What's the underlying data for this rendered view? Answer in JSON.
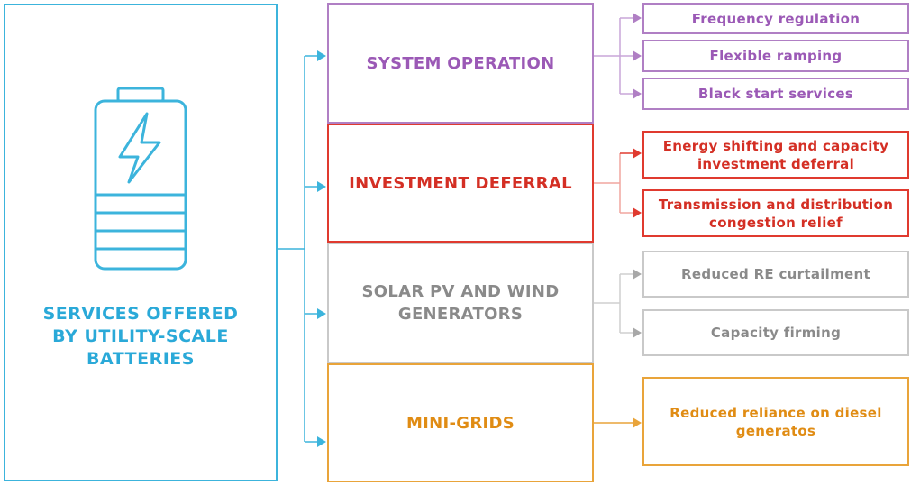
{
  "main": {
    "title_lines": [
      "SERVICES OFFERED",
      "BY UTILITY-SCALE",
      "BATTERIES"
    ],
    "icon": "battery-charging-icon"
  },
  "categories": [
    {
      "label_lines": [
        "SYSTEM OPERATION"
      ],
      "color": "#9b59b6",
      "services": [
        {
          "lines": [
            "Frequency regulation"
          ]
        },
        {
          "lines": [
            "Flexible ramping"
          ]
        },
        {
          "lines": [
            "Black start services"
          ]
        }
      ]
    },
    {
      "label_lines": [
        "INVESTMENT DEFERRAL"
      ],
      "color": "#d42f24",
      "services": [
        {
          "lines": [
            "Energy shifting and capacity",
            "investment deferral"
          ]
        },
        {
          "lines": [
            "Transmission and distribution",
            "congestion relief"
          ]
        }
      ]
    },
    {
      "label_lines": [
        "SOLAR PV AND WIND",
        "GENERATORS"
      ],
      "color": "#8a8a8a",
      "services": [
        {
          "lines": [
            "Reduced RE curtailment"
          ]
        },
        {
          "lines": [
            "Capacity firming"
          ]
        }
      ]
    },
    {
      "label_lines": [
        "MINI-GRIDS"
      ],
      "color": "#e08c14",
      "services": [
        {
          "lines": [
            "Reduced reliance on diesel",
            "generatos"
          ]
        }
      ]
    }
  ],
  "colors": {
    "main": "#2aa9d8",
    "connector": "#3cb4dc"
  }
}
